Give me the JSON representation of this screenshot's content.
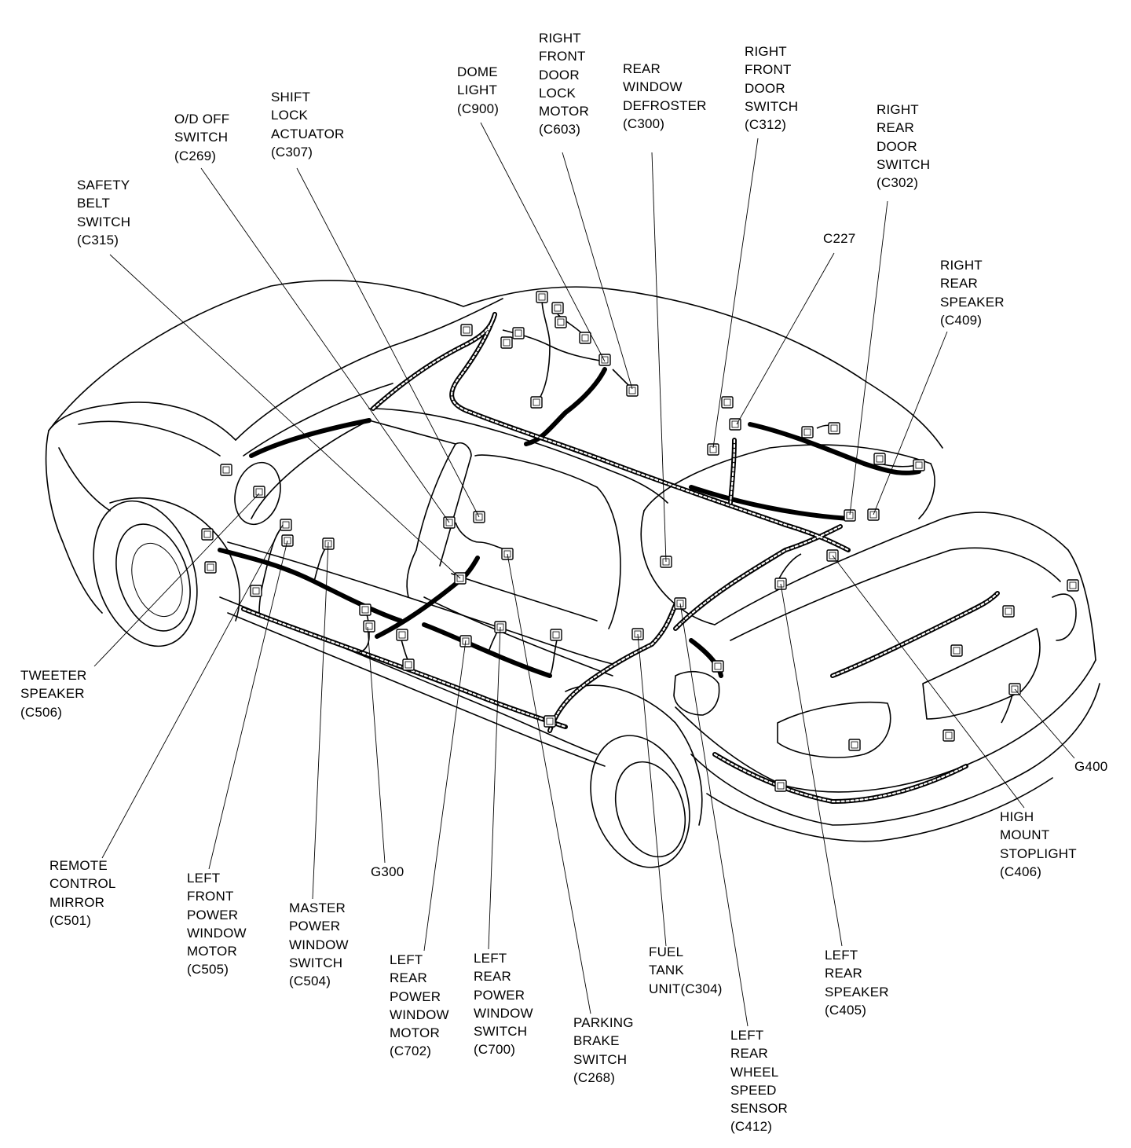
{
  "labels": [
    {
      "id": "dome-light",
      "text": "DOME\nLIGHT\n(C900)"
    },
    {
      "id": "right-front-door-lock-motor",
      "text": "RIGHT\nFRONT\nDOOR\nLOCK\nMOTOR\n(C603)"
    },
    {
      "id": "rear-window-defroster",
      "text": "REAR\nWINDOW\nDEFROSTER\n(C300)"
    },
    {
      "id": "right-front-door-switch",
      "text": "RIGHT\nFRONT\nDOOR\nSWITCH\n(C312)"
    },
    {
      "id": "right-rear-door-switch",
      "text": "RIGHT\nREAR\nDOOR\nSWITCH\n(C302)"
    },
    {
      "id": "shift-lock-actuator",
      "text": "SHIFT\nLOCK\nACTUATOR\n(C307)"
    },
    {
      "id": "od-off-switch",
      "text": "O/D OFF\nSWITCH\n(C269)"
    },
    {
      "id": "safety-belt-switch",
      "text": "SAFETY\nBELT\nSWITCH\n(C315)"
    },
    {
      "id": "c227",
      "text": "C227"
    },
    {
      "id": "right-rear-speaker",
      "text": "RIGHT\nREAR\nSPEAKER\n(C409)"
    },
    {
      "id": "tweeter-speaker",
      "text": "TWEETER\nSPEAKER\n(C506)"
    },
    {
      "id": "g400",
      "text": "G400"
    },
    {
      "id": "high-mount-stoplight",
      "text": "HIGH\nMOUNT\nSTOPLIGHT\n(C406)"
    },
    {
      "id": "remote-control-mirror",
      "text": "REMOTE\nCONTROL\nMIRROR\n(C501)"
    },
    {
      "id": "left-front-power-window-motor",
      "text": "LEFT\nFRONT\nPOWER\nWINDOW\nMOTOR\n(C505)"
    },
    {
      "id": "master-power-window-switch",
      "text": "MASTER\nPOWER\nWINDOW\nSWITCH\n(C504)"
    },
    {
      "id": "g300",
      "text": "G300"
    },
    {
      "id": "left-rear-power-window-motor",
      "text": "LEFT\nREAR\nPOWER\nWINDOW\nMOTOR\n(C702)"
    },
    {
      "id": "left-rear-power-window-switch",
      "text": "LEFT\nREAR\nPOWER\nWINDOW\nSWITCH\n(C700)"
    },
    {
      "id": "parking-brake-switch",
      "text": "PARKING\nBRAKE\nSWITCH\n(C268)"
    },
    {
      "id": "fuel-tank-unit",
      "text": "FUEL\nTANK\nUNIT(C304)"
    },
    {
      "id": "left-rear-wheel-speed-sensor",
      "text": "LEFT\nREAR\nWHEEL\nSPEED\nSENSOR\n(C412)"
    },
    {
      "id": "left-rear-speaker",
      "text": "LEFT\nREAR\nSPEAKER\n(C405)"
    }
  ]
}
